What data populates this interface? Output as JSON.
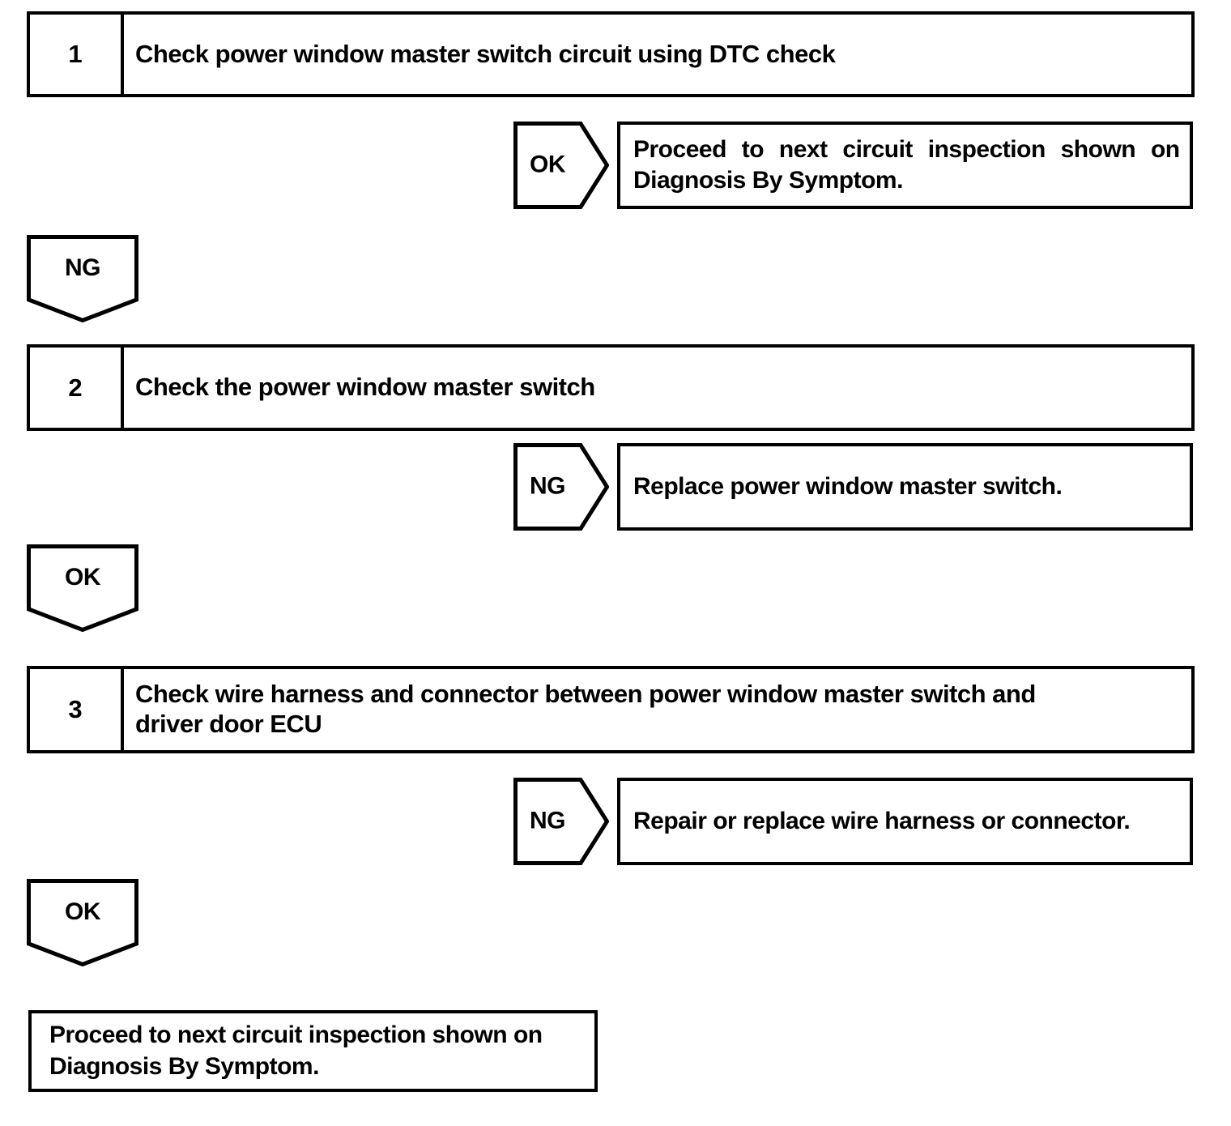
{
  "steps": [
    {
      "number": "1",
      "title_lines": [
        "Check power window master switch circuit using DTC check"
      ]
    },
    {
      "number": "2",
      "title_lines": [
        "Check the power window master switch"
      ]
    },
    {
      "number": "3",
      "title_lines": [
        "Check wire harness and connector between power window master switch and",
        "driver door ECU"
      ]
    }
  ],
  "branches": [
    {
      "tag": "OK",
      "result_lines": {
        "0": "Proceed to next circuit inspection shown on",
        "1": "Diagnosis By Symptom."
      }
    },
    {
      "tag": "NG",
      "result_lines": {
        "0": "Replace power window master switch."
      }
    },
    {
      "tag": "NG",
      "result_lines": {
        "0": "Repair or replace wire harness or connector."
      }
    }
  ],
  "connectors": [
    {
      "label": "NG"
    },
    {
      "label": "OK"
    },
    {
      "label": "OK"
    }
  ],
  "final_box": {
    "lines": {
      "0": "Proceed to next circuit inspection shown on",
      "1": "Diagnosis By Symptom."
    }
  },
  "colors": {
    "ink": "#000000",
    "paper": "#ffffff"
  }
}
